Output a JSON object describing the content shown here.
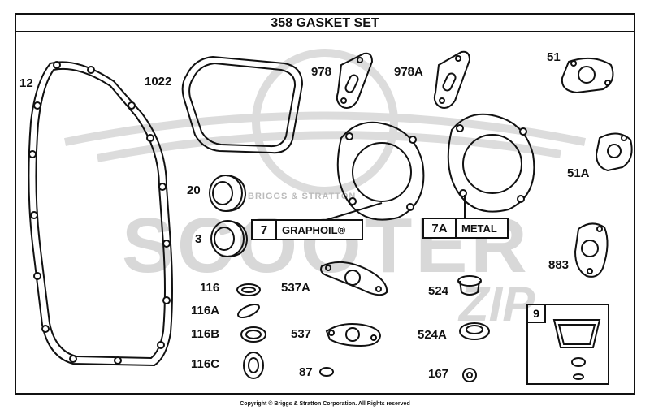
{
  "title": "358 GASKET SET",
  "watermark": {
    "brand": "BRIGGS & STRATTON",
    "main": "SCOOTER",
    "accent": "ZIP"
  },
  "parts": {
    "p12": "12",
    "p1022": "1022",
    "p978": "978",
    "p978a": "978A",
    "p51": "51",
    "p51a": "51A",
    "p20": "20",
    "p3": "3",
    "p883": "883",
    "p116": "116",
    "p116a": "116A",
    "p116b": "116B",
    "p116c": "116C",
    "p537a": "537A",
    "p537": "537",
    "p87": "87",
    "p524": "524",
    "p524a": "524A",
    "p167": "167"
  },
  "callouts": {
    "graphoil": {
      "num": "7",
      "text": "GRAPHOIL®"
    },
    "metal": {
      "num": "7A",
      "text": "METAL"
    }
  },
  "kit": {
    "num": "9"
  },
  "copyright": "Copyright © Briggs & Stratton Corporation. All Rights reserved",
  "colors": {
    "line": "#111111",
    "watermark": "#d8d8d8"
  }
}
